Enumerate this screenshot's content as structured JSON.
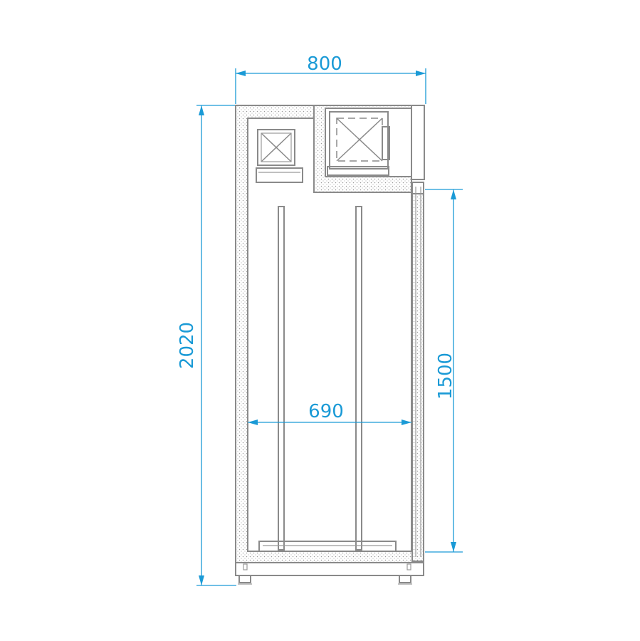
{
  "dimensions": {
    "overall_width": "800",
    "overall_height": "2020",
    "inner_width": "690",
    "door_height": "1500"
  },
  "colors": {
    "dimension_line": "#1a9ad6",
    "outline": "#8a8a8a"
  }
}
